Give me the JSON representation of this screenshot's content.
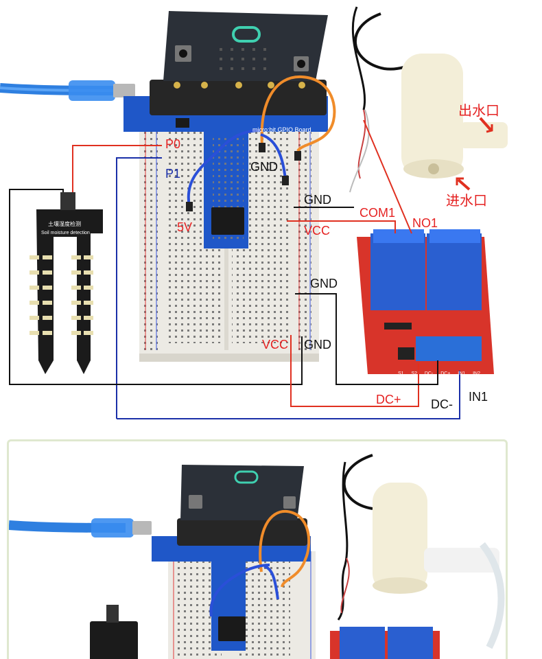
{
  "labels": {
    "p0": "P0",
    "p1": "P1",
    "gnd_top": "GND",
    "v5": "5V",
    "gnd_mid": "GND",
    "com1": "COM1",
    "no1": "NO1",
    "vcc_mid": "VCC",
    "gnd_right": "GND",
    "vcc_bottom": "VCC",
    "gnd_bottom": "GND",
    "dc_plus": "DC+",
    "dc_minus": "DC-",
    "in1": "IN1",
    "outlet": "出水口",
    "inlet": "进水口"
  },
  "board_text": {
    "gpio_board": "micro:bit GPIO Board",
    "sensor_cn": "土壤湿度检测",
    "sensor_en": "Soil moisture detection",
    "relay_pins": [
      "S1",
      "S2",
      "DC-",
      "DC+",
      "IN1",
      "IN2"
    ]
  },
  "colors": {
    "wire_red": "#e03020",
    "wire_blue": "#1a2fa8",
    "wire_black": "#111111",
    "relay_red": "#d8342a",
    "relay_blue": "#2a5fd0",
    "microbit": "#2b3038",
    "gpio_board": "#1f57c8",
    "panel_border": "#dfe8cf"
  }
}
